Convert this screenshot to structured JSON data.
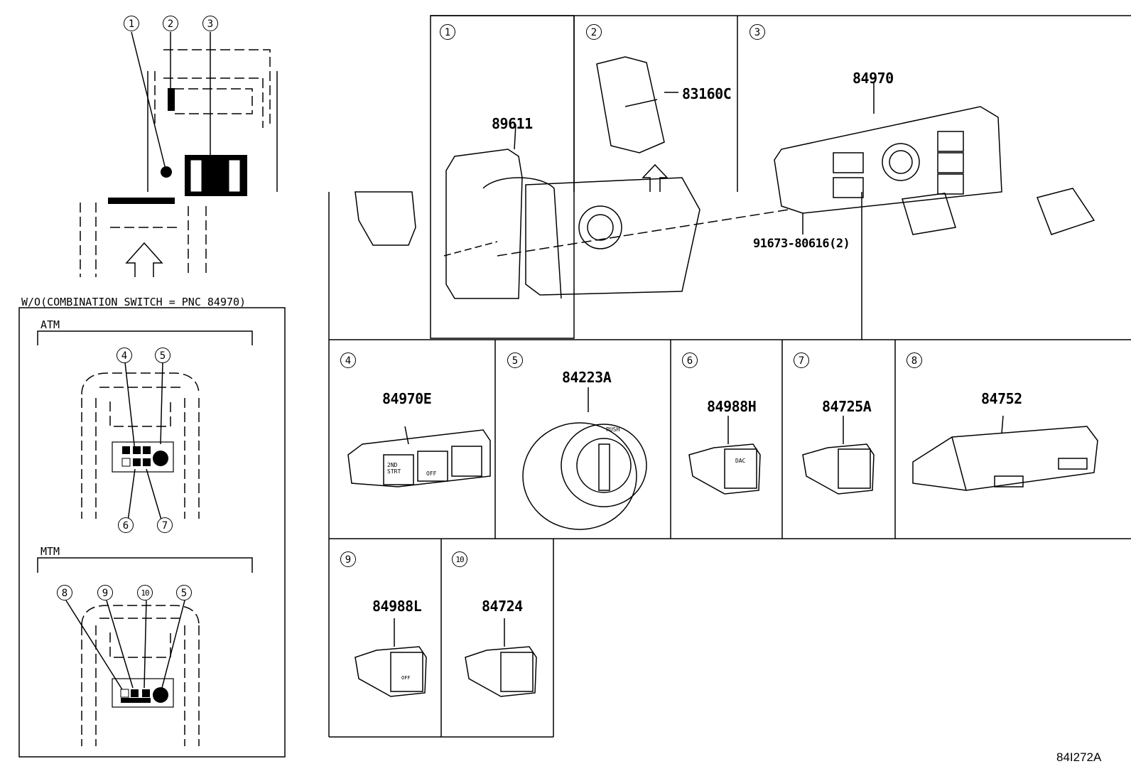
{
  "left": {
    "top_callouts": [
      "1",
      "2",
      "3"
    ],
    "condition": "W/O(COMBINATION SWITCH = PNC 84970)",
    "atm": {
      "label": "ATM",
      "callouts_top": [
        "4",
        "5"
      ],
      "callouts_bottom": [
        "6",
        "7"
      ]
    },
    "mtm": {
      "label": "MTM",
      "callouts": [
        "8",
        "9",
        "10",
        "5"
      ]
    }
  },
  "panels": {
    "p1": {
      "num": "1",
      "part": "89611"
    },
    "p2": {
      "num": "2",
      "part": "83160C"
    },
    "p3": {
      "num": "3",
      "part": "84970",
      "screw": "91673-80616(2)"
    },
    "p4": {
      "num": "4",
      "part": "84970E"
    },
    "p5": {
      "num": "5",
      "part": "84223A"
    },
    "p6": {
      "num": "6",
      "part": "84988H"
    },
    "p7": {
      "num": "7",
      "part": "84725A"
    },
    "p8": {
      "num": "8",
      "part": "84752"
    },
    "p9": {
      "num": "9",
      "part": "84988L"
    },
    "p10": {
      "num": "10",
      "part": "84724"
    }
  },
  "button_text": {
    "twod_start": "2ND\nSTRT",
    "off": "OFF",
    "dac": "DAC",
    "push": "PUSH",
    "off_small": "OFF"
  },
  "diagram_code": "84I272A"
}
